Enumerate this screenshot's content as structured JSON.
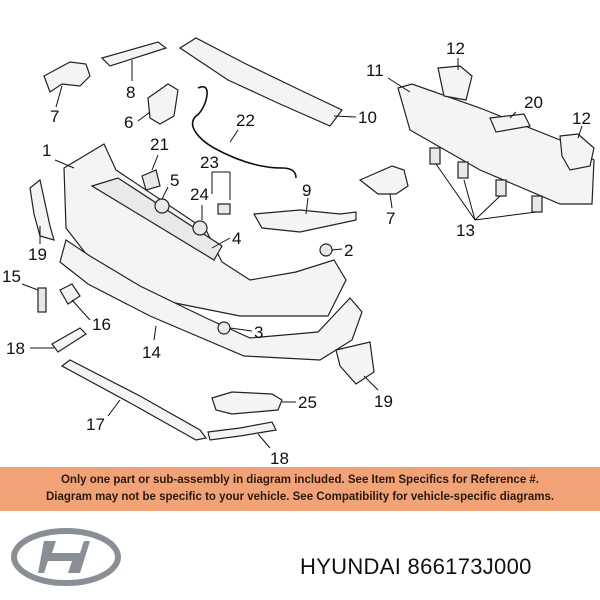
{
  "callouts": [
    "1",
    "2",
    "3",
    "4",
    "5",
    "6",
    "7",
    "7",
    "8",
    "9",
    "10",
    "11",
    "12",
    "12",
    "13",
    "14",
    "15",
    "16",
    "17",
    "18",
    "18",
    "19",
    "19",
    "20",
    "21",
    "22",
    "23",
    "24",
    "25"
  ],
  "banner": {
    "line1": "Only one part or sub-assembly in diagram included. See Item Specifics for Reference #.",
    "line2": "Diagram may not be specific to your vehicle. See Compatibility for vehicle-specific diagrams."
  },
  "brand": "HYUNDAI",
  "part_number": "866173J000",
  "colors": {
    "banner": "#f2a277",
    "logo": "#8a8f96"
  },
  "logo": "hyundai-logo"
}
